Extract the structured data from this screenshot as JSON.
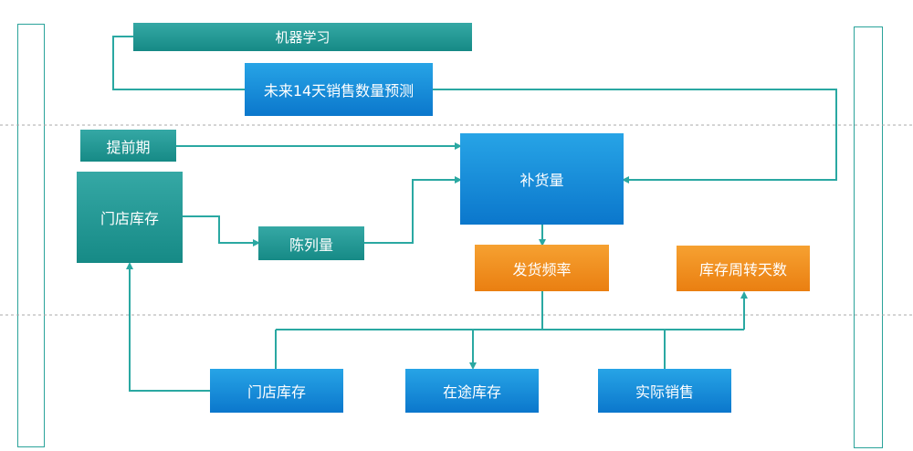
{
  "nodes": {
    "machine_learning": "机器学习",
    "forecast_14d": "未来14天销售数量预测",
    "lead_time": "提前期",
    "store_inventory_top": "门店库存",
    "display_quantity": "陈列量",
    "replenishment_qty": "补货量",
    "delivery_frequency": "发货频率",
    "inventory_turnover_days": "库存周转天数",
    "store_inventory_bottom": "门店库存",
    "in_transit_inventory": "在途库存",
    "actual_sales": "实际销售"
  },
  "colors": {
    "teal": "#1e9a96",
    "blue": "#0b84d8",
    "orange": "#f08c1f",
    "connector": "#2aa8a2",
    "divider": "#aaaaaa"
  }
}
